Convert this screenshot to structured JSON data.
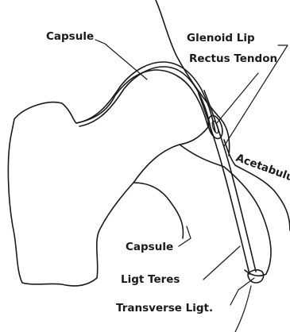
{
  "labels": {
    "capsule_top": "Capsule",
    "glenoid_lip": "Glenoid Lip",
    "rectus_tendon": "Rectus Tendon",
    "acetabulum": "Acetabulum",
    "capsule_inner": "Capsule",
    "ligt_teres": "Ligt  Teres",
    "transverse_ligt": "Transverse Ligt."
  }
}
